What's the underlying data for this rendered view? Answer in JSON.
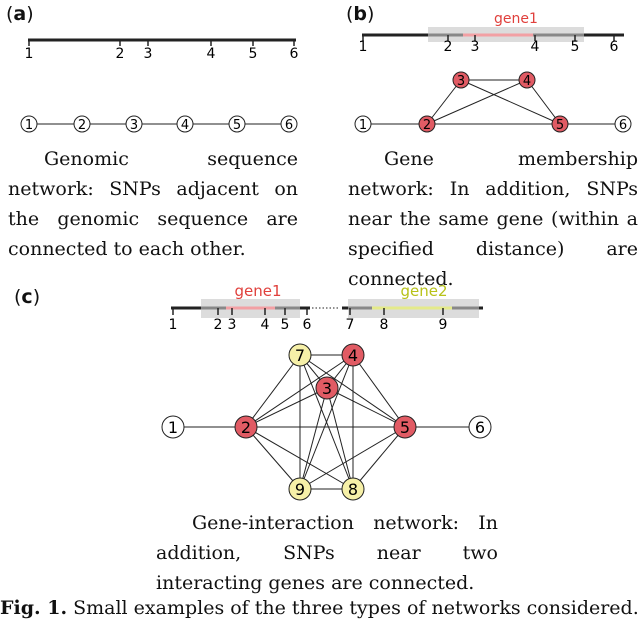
{
  "panels": {
    "a": {
      "label": "a",
      "ticks": [
        "1",
        "2",
        "3",
        "4",
        "5",
        "6"
      ],
      "nodes": [
        "1",
        "2",
        "3",
        "4",
        "5",
        "6"
      ],
      "caption": "Genomic sequence network: SNPs adjacent on the genomic sequence are connected to each other."
    },
    "b": {
      "label": "b",
      "gene_label": "gene1",
      "ticks": [
        "1",
        "2",
        "3",
        "4",
        "5",
        "6"
      ],
      "nodes": [
        "1",
        "2",
        "3",
        "4",
        "5",
        "6"
      ],
      "caption": "Gene membership network: In addition, SNPs near the same gene (within a specified distance) are connected."
    },
    "c": {
      "label": "c",
      "gene1_label": "gene1",
      "gene2_label": "gene2",
      "ticks": [
        "1",
        "2",
        "3",
        "4",
        "5",
        "6",
        "7",
        "8",
        "9"
      ],
      "nodes": [
        "1",
        "2",
        "3",
        "4",
        "5",
        "6",
        "7",
        "8",
        "9"
      ],
      "caption": "Gene-interaction network: In addition, SNPs near two interacting genes are connected."
    }
  },
  "colors": {
    "node_gene1": "#e15b64",
    "node_gene2": "#f6f0a8",
    "node_plain": "#ffffff",
    "gene1_text": "#e0403c",
    "gene2_text": "#b8c21a",
    "gene_band": "#dcdcdc",
    "gene1_bar": "#f2a0a4",
    "gene2_bar": "#e4ea8a"
  },
  "figure_caption": {
    "prefix": "Fig. 1.",
    "text": "Small examples of the three types of networks considered."
  }
}
